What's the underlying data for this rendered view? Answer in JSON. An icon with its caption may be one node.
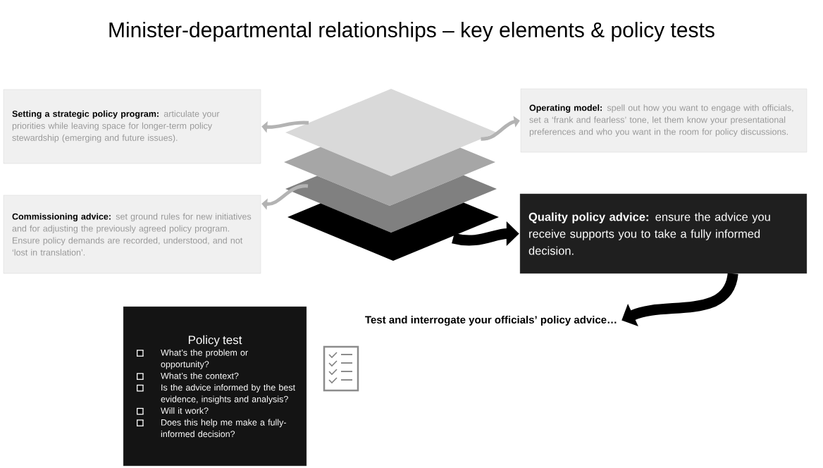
{
  "diagram": {
    "title": "Minister-departmental relationships – key elements & policy tests",
    "nodes": [
      {
        "text": [
          "Setting a strategic policy program:",
          "articulate your priorities while leaving space for longer-term policy stewardship (emerging and future issues)."
        ]
      },
      {
        "text": [
          "Operating model:",
          "spell out how you want to engage with officials, set a ‘frank and fearless’ tone, let them know your presentational preferences and who you want in the room for policy discussions."
        ]
      },
      {
        "text": [
          "Commissioning advice:",
          "set ground rules for new initiatives and for adjusting the previously agreed policy program. Ensure policy demands are recorded, understood,  and not ‘lost in translation’."
        ]
      },
      {
        "text": [
          "Quality policy advice:",
          "ensure the advice you receive supports you to take a fully informed decision."
        ]
      },
      {
        "text": [],
        "shape": "diamond"
      },
      {
        "text": [],
        "shape": "diamond"
      },
      {
        "text": [],
        "shape": "diamond"
      },
      {
        "text": [],
        "shape": "diamond"
      },
      {
        "text": [
          "Policy test",
          "What’s the problem or opportunity?",
          "What’s the context?",
          "Is the advice informed by the best evidence, insights and analysis?",
          "Will it work?",
          "Does this help me make a fully-informed decision?"
        ]
      },
      {
        "text": [
          "Test and interrogate your officials’ policy advice…"
        ]
      }
    ],
    "edges": [
      {
        "from": 4,
        "to": 0,
        "arrow": "to"
      },
      {
        "from": 4,
        "to": 1,
        "arrow": "to"
      },
      {
        "from": 6,
        "to": 2,
        "arrow": "to"
      },
      {
        "from": 7,
        "to": 3,
        "arrow": "to",
        "style": "thick",
        "color": "#000000"
      },
      {
        "from": 3,
        "to": 9,
        "arrow": "to",
        "style": "thick",
        "color": "#000000"
      }
    ]
  }
}
